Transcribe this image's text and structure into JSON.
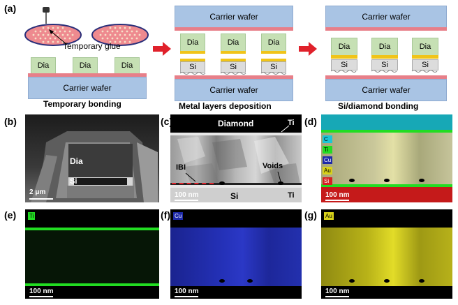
{
  "figure": {
    "panels": {
      "a": "(a)",
      "b": "(b)",
      "c": "(c)",
      "d": "(d)",
      "e": "(e)",
      "f": "(f)",
      "g": "(g)"
    },
    "schematic": {
      "temporary_glue": "Temporary glue",
      "carrier_wafer": "Carrier wafer",
      "dia": "Dia",
      "si": "Si",
      "step1": "Temporary bonding",
      "step2": "Metal layers deposition",
      "step3": "Si/diamond bonding"
    },
    "b": {
      "dia": "Dia",
      "si": "Si",
      "scale": "2 μm"
    },
    "c": {
      "diamond": "Diamond",
      "ti_top": "Ti",
      "ibi": "IBI",
      "voids": "Voids",
      "si": "Si",
      "ti_bottom": "Ti",
      "scale": "100 nm"
    },
    "d": {
      "legend": [
        "C",
        "Ti",
        "Cu",
        "Au",
        "Si"
      ],
      "scale": "100 nm"
    },
    "e": {
      "tag": "Ti",
      "scale": "100 nm"
    },
    "f": {
      "tag": "Cu",
      "scale": "100 nm"
    },
    "g": {
      "tag": "Au",
      "scale": "100 nm"
    },
    "colors": {
      "carrier": "#a9c4e4",
      "glue": "#e77f89",
      "diamond": "#c6e0b4",
      "gold": "#f0c419",
      "arrow": "#e0212b",
      "ti_map": "#22dd22",
      "cu_map": "#1e2aa8",
      "au_map": "#d8d21a",
      "c_map": "#1bc6d6",
      "si_map": "#d62020"
    }
  }
}
